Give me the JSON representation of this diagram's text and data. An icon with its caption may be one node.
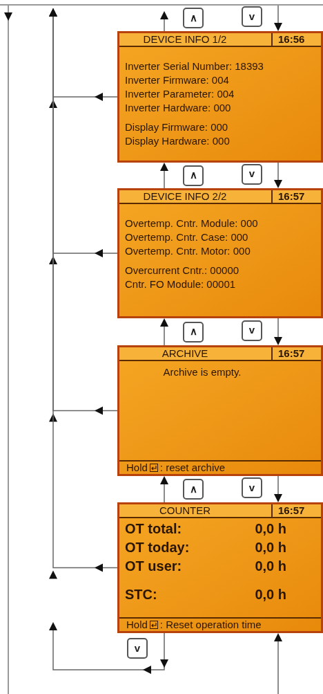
{
  "diagram": {
    "nodes": [
      {
        "text": [
          "DEVICE INFO 1/2",
          "16:56",
          "Inverter Serial Number: 18393",
          "Inverter Firmware: 004",
          "Inverter Parameter: 004",
          "Inverter Hardware: 000",
          "Display Firmware: 000",
          "Display Hardware: 000"
        ]
      },
      {
        "text": [
          "DEVICE INFO 2/2",
          "16:57",
          "Overtemp. Cntr. Module: 000",
          "Overtemp. Cntr. Case: 000",
          "Overtemp. Cntr. Motor: 000",
          "Overcurrent Cntr.: 00000",
          "Cntr. FO Module: 00001"
        ]
      },
      {
        "text": [
          "ARCHIVE",
          "16:57",
          "Archive is empty.",
          "Hold",
          ": reset archive"
        ]
      },
      {
        "text": [
          "COUNTER",
          "16:57",
          "OT total:",
          "0,0 h",
          "OT today:",
          "0,0 h",
          "OT user:",
          "0,0 h",
          "STC:",
          "0,0 h",
          "Hold",
          ": Reset operation time"
        ]
      }
    ],
    "edges": [
      {
        "from": 0,
        "to": null,
        "arrow": "to",
        "label": "∧"
      },
      {
        "from": null,
        "to": 0,
        "arrow": "to",
        "label": "v"
      },
      {
        "from": 1,
        "to": 0,
        "arrow": "to",
        "label": "∧"
      },
      {
        "from": 0,
        "to": 1,
        "arrow": "to",
        "label": "v"
      },
      {
        "from": 2,
        "to": 1,
        "arrow": "to",
        "label": "∧"
      },
      {
        "from": 1,
        "to": 2,
        "arrow": "to",
        "label": "v"
      },
      {
        "from": 3,
        "to": 2,
        "arrow": "to",
        "label": "∧"
      },
      {
        "from": 2,
        "to": 3,
        "arrow": "to",
        "label": "v"
      },
      {
        "from": 0,
        "to": null,
        "arrow": "to"
      },
      {
        "from": 1,
        "to": null,
        "arrow": "to"
      },
      {
        "from": 2,
        "to": null,
        "arrow": "to"
      },
      {
        "from": 3,
        "to": null,
        "arrow": "to"
      },
      {
        "from": 3,
        "to": null,
        "arrow": "to",
        "label": "v"
      },
      {
        "from": null,
        "to": 3,
        "arrow": "to"
      }
    ]
  }
}
